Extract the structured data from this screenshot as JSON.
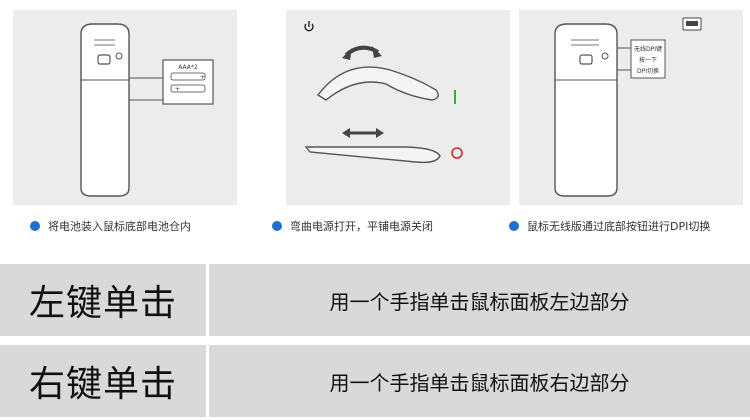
{
  "panels": [
    {
      "battery_label": "AAA*2",
      "caption": "将电池装入鼠标底部电池仓内"
    },
    {
      "caption": "弯曲电源打开，平铺电源关闭"
    },
    {
      "button_note_lines": [
        "无线DPI键",
        "按一下",
        "DPI切换"
      ],
      "caption": "鼠标无线版通过底部按钮进行DPI切换"
    }
  ],
  "rows": [
    {
      "key": "左键单击",
      "desc": "用一个手指单击鼠标面板左边部分"
    },
    {
      "key": "右键单击",
      "desc": "用一个手指单击鼠标面板右边部分"
    }
  ],
  "colors": {
    "bullet": "#1f6fd1",
    "on_indicator": "#2fae3a",
    "off_indicator": "#d62828",
    "row_bg": "#d9d9d9"
  },
  "icons": [
    "power-icon",
    "rotate-arrow-icon",
    "slide-arrow-icon",
    "usb-receiver-icon"
  ]
}
